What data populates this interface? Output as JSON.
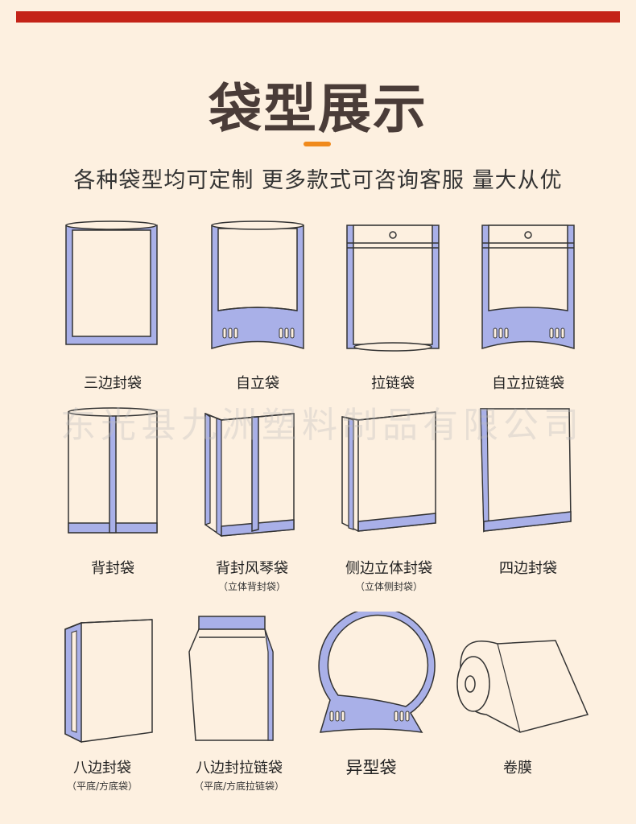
{
  "header": {
    "title": "袋型展示",
    "subtitle": "各种袋型均可定制 更多款式可咨询客服 量大从优"
  },
  "watermark": "东光县九洲塑料制品有限公司",
  "colors": {
    "top_bar": "#c42318",
    "accent": "#f08a1c",
    "seal": "#a9b0e8",
    "outline": "#333333",
    "background": "#fdf0e0"
  },
  "bags": [
    {
      "label": "三边封袋",
      "icon": "three-side-seal-bag-icon"
    },
    {
      "label": "自立袋",
      "icon": "stand-up-pouch-icon"
    },
    {
      "label": "拉链袋",
      "icon": "zipper-bag-icon"
    },
    {
      "label": "自立拉链袋",
      "icon": "stand-up-zipper-pouch-icon"
    },
    {
      "label": "背封袋",
      "icon": "back-seal-bag-icon"
    },
    {
      "label": "背封风琴袋",
      "sub": "（立体背封袋）",
      "icon": "back-seal-gusset-bag-icon"
    },
    {
      "label": "侧边立体封袋",
      "sub": "（立体侧封袋）",
      "icon": "side-gusset-bag-icon"
    },
    {
      "label": "四边封袋",
      "icon": "four-side-seal-bag-icon"
    },
    {
      "label": "八边封袋",
      "sub": "（平底/方底袋）",
      "icon": "eight-side-seal-bag-icon"
    },
    {
      "label": "八边封拉链袋",
      "sub": "（平底/方底拉链袋）",
      "icon": "eight-side-seal-zipper-bag-icon"
    },
    {
      "label": "异型袋",
      "icon": "shaped-bag-icon"
    },
    {
      "label": "卷膜",
      "icon": "roll-film-icon"
    }
  ]
}
